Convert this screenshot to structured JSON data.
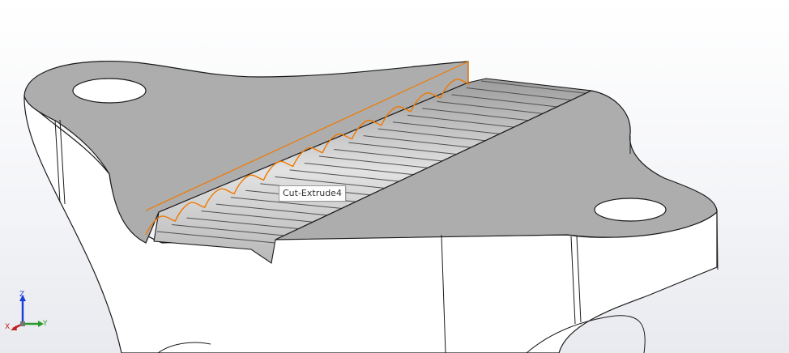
{
  "viewport": {
    "tooltip": "Cut-Extrude4",
    "triad": {
      "x_label": "X",
      "y_label": "Y",
      "z_label": "Z"
    },
    "colors": {
      "background": "#f4f5f8",
      "section_face": "#adadad",
      "body_face": "#ffffff",
      "edge": "#1a1a1a",
      "highlight": "#f07800",
      "x_axis": "#c02020",
      "y_axis": "#2a9a2a",
      "z_axis": "#1a3fd6"
    }
  }
}
